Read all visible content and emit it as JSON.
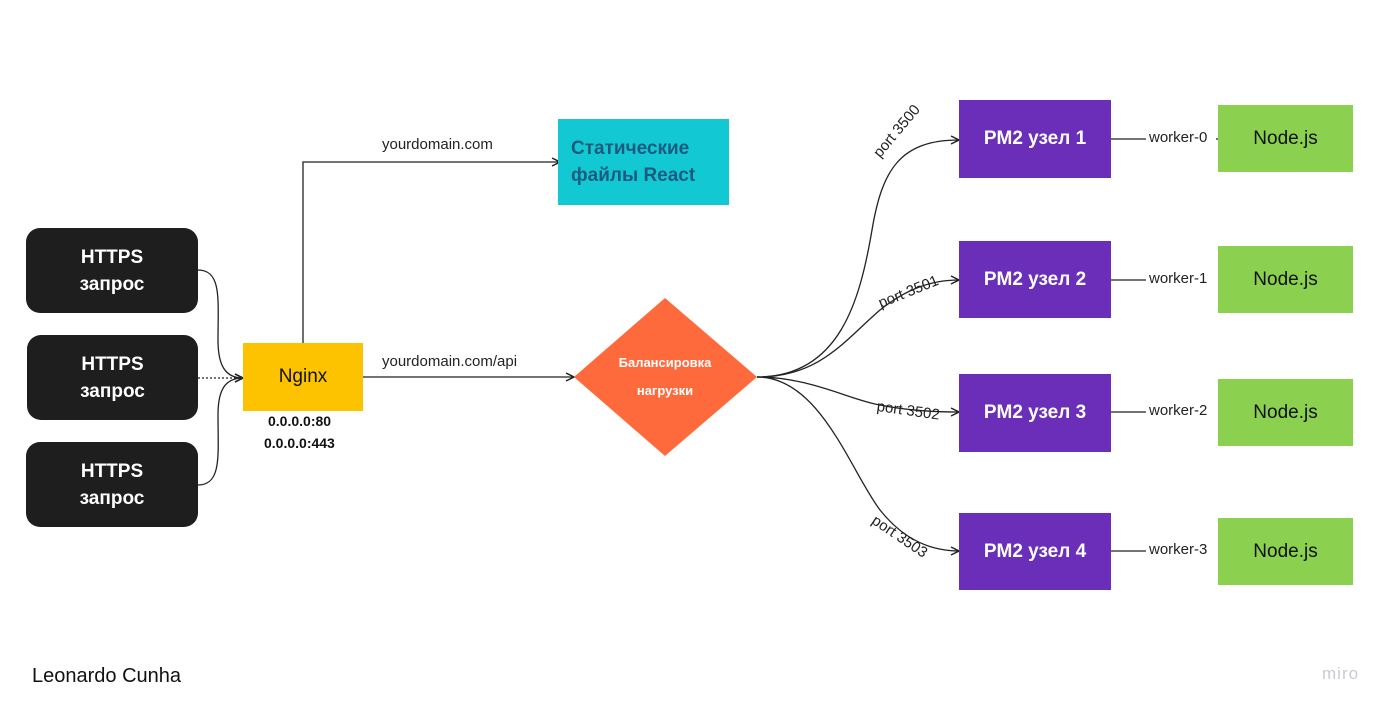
{
  "requests": [
    {
      "line1": "HTTPS",
      "line2": "запрос"
    },
    {
      "line1": "HTTPS",
      "line2": "запрос"
    },
    {
      "line1": "HTTPS",
      "line2": "запрос"
    }
  ],
  "nginx": {
    "label": "Nginx",
    "addr1": "0.0.0.0:80",
    "addr2": "0.0.0.0:443"
  },
  "static": {
    "line1": "Статические",
    "line2": "файлы React",
    "route": "yourdomain.com"
  },
  "api": {
    "route": "yourdomain.com/api"
  },
  "balancer": {
    "line1": "Балансировка",
    "line2": "нагрузки"
  },
  "pm2_nodes": [
    {
      "label": "PM2 узел 1",
      "port": "port 3500",
      "worker": "worker-0",
      "runtime": "Node.js"
    },
    {
      "label": "PM2 узел 2",
      "port": "port 3501",
      "worker": "worker-1",
      "runtime": "Node.js"
    },
    {
      "label": "PM2 узел 3",
      "port": "port 3502",
      "worker": "worker-2",
      "runtime": "Node.js"
    },
    {
      "label": "PM2 узел 4",
      "port": "port 3503",
      "worker": "worker-3",
      "runtime": "Node.js"
    }
  ],
  "footer": {
    "author": "Leonardo Cunha",
    "brand": "miro"
  },
  "colors": {
    "request": "#1e1e1e",
    "nginx": "#fdc300",
    "static": "#12c9d3",
    "balancer": "#ff6a3d",
    "pm2": "#6a2eb8",
    "nodejs": "#8bd14f"
  }
}
